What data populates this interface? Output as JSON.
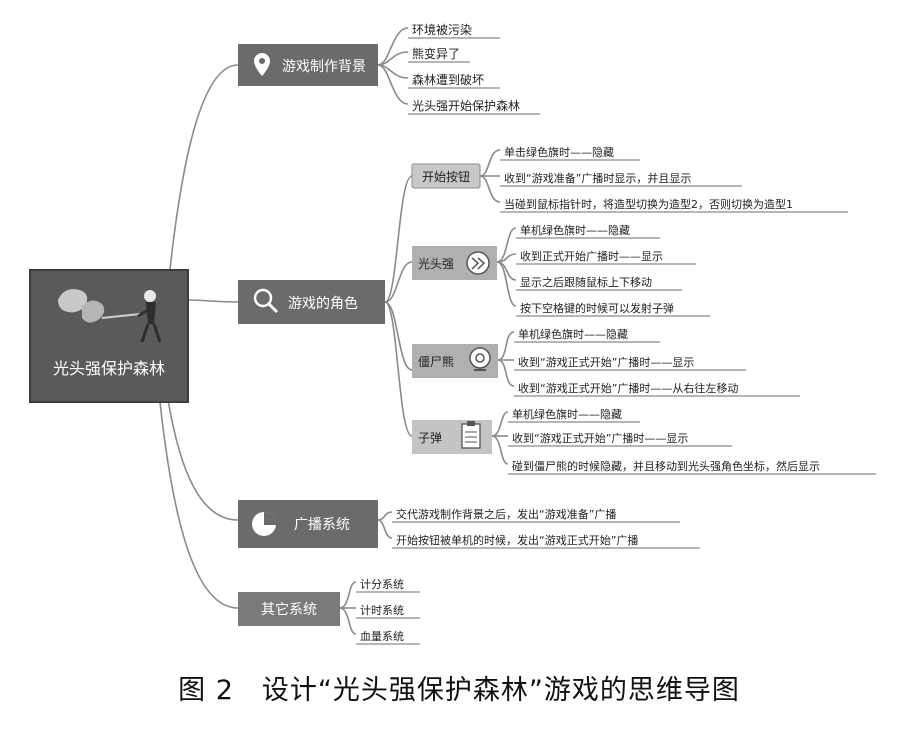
{
  "central": {
    "title": "光头强保护森林"
  },
  "branches": [
    {
      "id": "background",
      "label": "游戏制作背景",
      "icon": "location-pin-icon",
      "items": [
        "环境被污染",
        "熊变异了",
        "森林遭到破坏",
        "光头强开始保护森林"
      ]
    },
    {
      "id": "roles",
      "label": "游戏的角色",
      "icon": "magnifier-icon",
      "subgroups": [
        {
          "label": "开始按钮",
          "icon": "",
          "items": [
            "单击绿色旗时——隐藏",
            "收到“游戏准备”广播时显示，并且显示",
            "当碰到鼠标指针时，将造型切换为造型2，否则切换为造型1"
          ]
        },
        {
          "label": "光头强",
          "icon": "character-badge-icon",
          "items": [
            "单机绿色旗时——隐藏",
            "收到正式开始广播时——显示",
            "显示之后跟随鼠标上下移动",
            "按下空格键的时候可以发射子弹"
          ]
        },
        {
          "label": "僵尸熊",
          "icon": "webcam-icon",
          "items": [
            "单机绿色旗时——隐藏",
            "收到“游戏正式开始”广播时——显示",
            "收到“游戏正式开始”广播时——从右往左移动"
          ]
        },
        {
          "label": "子弹",
          "icon": "clipboard-icon",
          "items": [
            "单机绿色旗时——隐藏",
            "收到“游戏正式开始”广播时——显示",
            "碰到僵尸熊的时候隐藏，并且移动到光头强角色坐标，然后显示"
          ]
        }
      ]
    },
    {
      "id": "broadcast",
      "label": "广播系统",
      "icon": "pie-chart-icon",
      "items": [
        "交代游戏制作背景之后，发出“游戏准备”广播",
        "开始按钮被单机的时候，发出“游戏正式开始”广播"
      ]
    },
    {
      "id": "other",
      "label": "其它系统",
      "icon": "",
      "items": [
        "计分系统",
        "计时系统",
        "血量系统"
      ]
    }
  ],
  "caption": "图 2　设计“光头强保护森林”游戏的思维导图"
}
